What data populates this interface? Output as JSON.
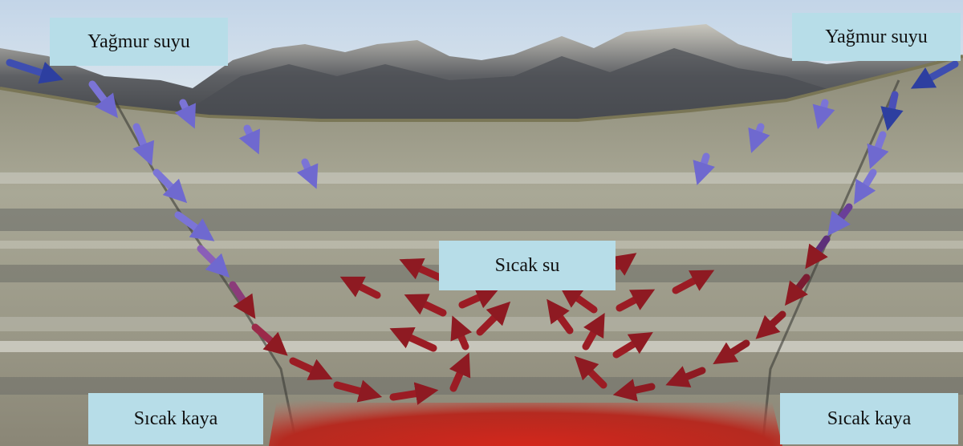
{
  "labels": {
    "rain_left": "Yağmur suyu",
    "rain_right": "Yağmur suyu",
    "hot_water": "Sıcak su",
    "hot_rock_left": "Sıcak kaya",
    "hot_rock_right": "Sıcak kaya"
  },
  "colors": {
    "label_bg": "#b7dde8",
    "cold_arrow": "#7b74d6",
    "hot_arrow": "#9b1c24",
    "hot_rock": "#c8241c",
    "sky": "#c9d8e6"
  }
}
